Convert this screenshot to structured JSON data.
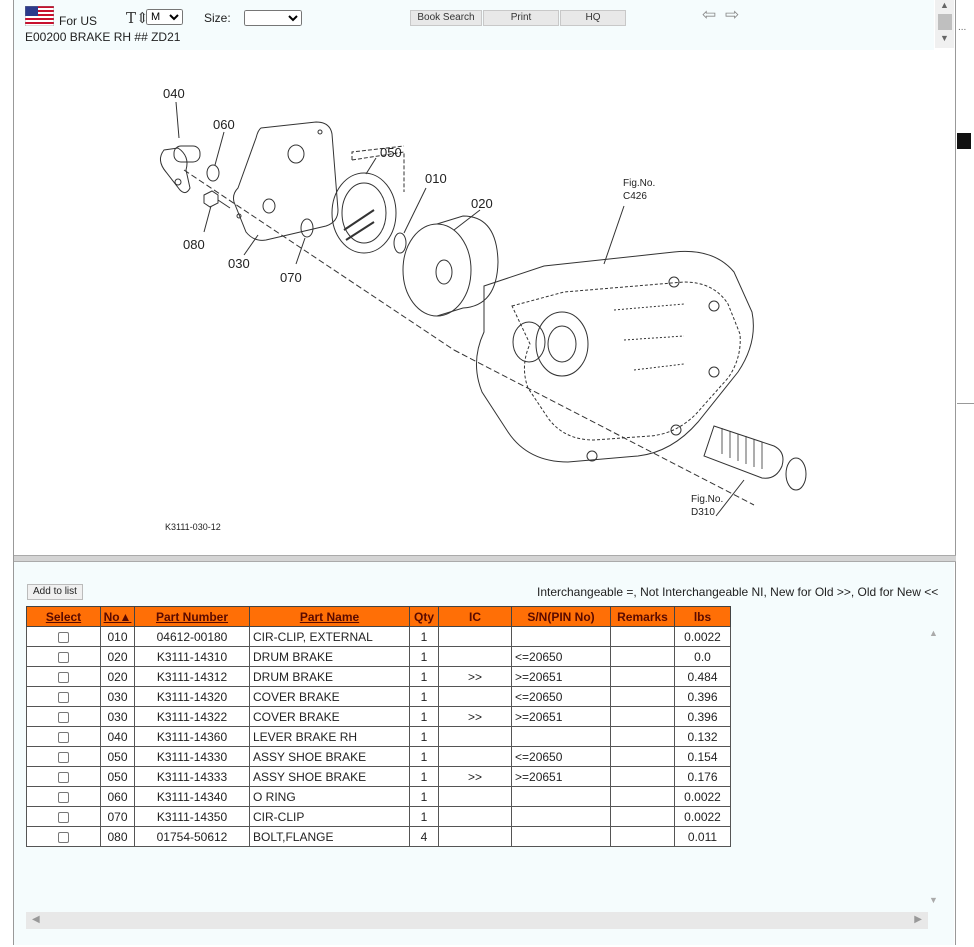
{
  "header": {
    "region_label": "For US",
    "font_select_value": "M",
    "size_label": "Size:",
    "size_select_value": "",
    "buttons": {
      "book_search": "Book Search",
      "print": "Print",
      "hq": "HQ"
    },
    "assembly_title": "E00200 BRAKE RH ## ZD21",
    "flag_colors": {
      "red": "#c8102e",
      "blue": "#2b3a8c"
    }
  },
  "outer": {
    "ellipsis": "..."
  },
  "diagram": {
    "callouts": [
      "040",
      "060",
      "050",
      "010",
      "020",
      "080",
      "030",
      "070"
    ],
    "fig_refs": [
      {
        "label": "Fig.No.",
        "value": "C426"
      },
      {
        "label": "Fig.No.",
        "value": "D310"
      }
    ],
    "drawing_id": "K3111-030-12"
  },
  "parts": {
    "add_button": "Add to list",
    "legend": "Interchangeable =, Not Interchangeable NI, New for Old >>, Old for New <<",
    "header_color": "#ff6f06",
    "columns": [
      "Select",
      "No▲",
      "Part Number",
      "Part Name",
      "Qty",
      "IC",
      "S/N(PIN No)",
      "Remarks",
      "lbs"
    ],
    "rows": [
      {
        "no": "010",
        "part_number": "04612-00180",
        "part_name": "CIR-CLIP, EXTERNAL",
        "qty": "1",
        "ic": "",
        "sn": "",
        "remarks": "",
        "lbs": "0.0022"
      },
      {
        "no": "020",
        "part_number": "K3111-14310",
        "part_name": "DRUM BRAKE",
        "qty": "1",
        "ic": "",
        "sn": "<=20650",
        "remarks": "",
        "lbs": "0.0"
      },
      {
        "no": "020",
        "part_number": "K3111-14312",
        "part_name": "DRUM BRAKE",
        "qty": "1",
        "ic": ">>",
        "sn": ">=20651",
        "remarks": "",
        "lbs": "0.484"
      },
      {
        "no": "030",
        "part_number": "K3111-14320",
        "part_name": "COVER BRAKE",
        "qty": "1",
        "ic": "",
        "sn": "<=20650",
        "remarks": "",
        "lbs": "0.396"
      },
      {
        "no": "030",
        "part_number": "K3111-14322",
        "part_name": "COVER BRAKE",
        "qty": "1",
        "ic": ">>",
        "sn": ">=20651",
        "remarks": "",
        "lbs": "0.396"
      },
      {
        "no": "040",
        "part_number": "K3111-14360",
        "part_name": "LEVER BRAKE RH",
        "qty": "1",
        "ic": "",
        "sn": "",
        "remarks": "",
        "lbs": "0.132"
      },
      {
        "no": "050",
        "part_number": "K3111-14330",
        "part_name": "ASSY SHOE BRAKE",
        "qty": "1",
        "ic": "",
        "sn": "<=20650",
        "remarks": "",
        "lbs": "0.154"
      },
      {
        "no": "050",
        "part_number": "K3111-14333",
        "part_name": "ASSY SHOE BRAKE",
        "qty": "1",
        "ic": ">>",
        "sn": ">=20651",
        "remarks": "",
        "lbs": "0.176"
      },
      {
        "no": "060",
        "part_number": "K3111-14340",
        "part_name": "O RING",
        "qty": "1",
        "ic": "",
        "sn": "",
        "remarks": "",
        "lbs": "0.0022"
      },
      {
        "no": "070",
        "part_number": "K3111-14350",
        "part_name": "CIR-CLIP",
        "qty": "1",
        "ic": "",
        "sn": "",
        "remarks": "",
        "lbs": "0.0022"
      },
      {
        "no": "080",
        "part_number": "01754-50612",
        "part_name": "BOLT,FLANGE",
        "qty": "4",
        "ic": "",
        "sn": "",
        "remarks": "",
        "lbs": "0.011"
      }
    ]
  }
}
